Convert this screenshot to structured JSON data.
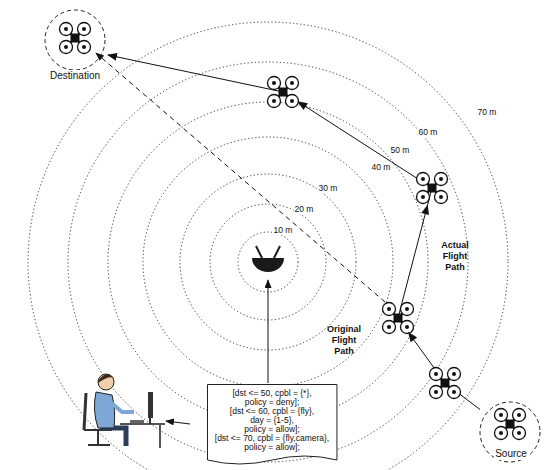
{
  "diagram": {
    "nodes": [
      {
        "text": [
          "Destination"
        ]
      },
      {
        "text": [
          "[dst <= 50, cpbl = {*},",
          "policy = deny];",
          "[dst <= 60, cpbl = {fly},",
          "day = {1-5},",
          "policy = allow];",
          "[dst <= 70, cpbl = {fly,camera},",
          "policy = allow];"
        ]
      },
      {
        "text": [
          "Source"
        ]
      }
    ],
    "edges": [
      {
        "from": 2,
        "to": 0,
        "arrow": "to"
      }
    ],
    "labels": [
      "10 m",
      "20 m",
      "30 m",
      "40 m",
      "50 m",
      "60 m",
      "70 m",
      "Actual Flight Path",
      "Original Flight Path"
    ]
  }
}
